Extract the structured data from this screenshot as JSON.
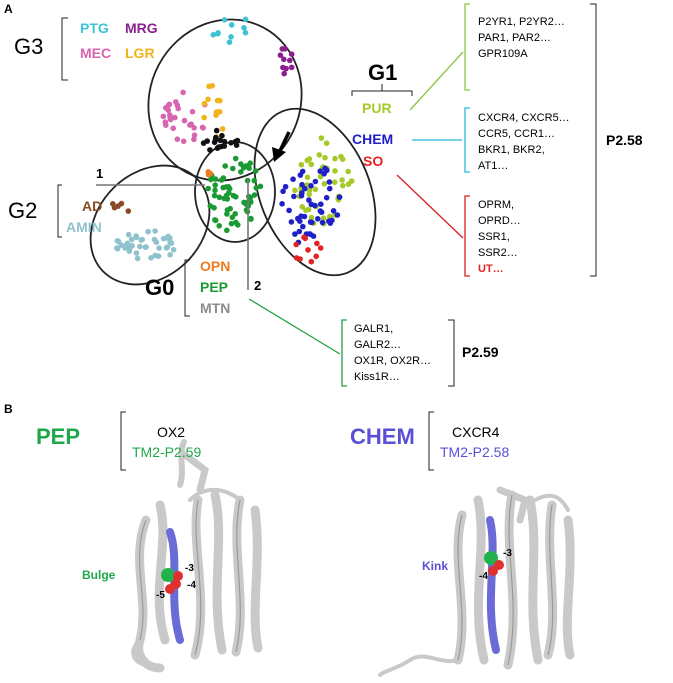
{
  "panel_a": {
    "label": "A",
    "groups": {
      "g3": {
        "label": "G3",
        "families": [
          "PTG",
          "MRG",
          "MEC",
          "LGR"
        ]
      },
      "g2": {
        "label": "G2",
        "families": [
          "AD",
          "AMIN"
        ]
      },
      "g0": {
        "label": "G0",
        "families": [
          "OPN",
          "PEP",
          "MTN"
        ]
      },
      "g1": {
        "label": "G1",
        "families": [
          "PUR",
          "CHEM",
          "SO"
        ]
      }
    },
    "axis_marks": {
      "one": "1",
      "two": "2"
    },
    "receptor_boxes": {
      "pur": [
        "P2YR1, P2YR2…",
        "PAR1, PAR2…",
        "GPR109A"
      ],
      "chem": [
        "CXCR4, CXCR5…",
        "CCR5, CCR1…",
        "BKR1, BKR2,",
        "AT1…"
      ],
      "so": [
        "OPRM,",
        "OPRD…",
        "SSR1,",
        "SSR2…",
        "UT…"
      ],
      "pep": [
        "GALR1,",
        "GALR2…",
        "OX1R, OX2R…",
        "Kiss1R…"
      ]
    },
    "bracket_labels": {
      "p258": "P2.58",
      "p259": "P2.59"
    },
    "colors": {
      "PTG": "#3ec3d4",
      "MRG": "#8b1f8f",
      "MEC": "#d865b0",
      "LGR": "#f2b21b",
      "AD": "#8a4a25",
      "AMIN": "#8fc2cc",
      "OPN": "#f07a1f",
      "PEP": "#1a9a32",
      "MTN": "#8c8c8c",
      "PUR": "#a6c92a",
      "CHEM": "#2020c8",
      "SO": "#e52222",
      "UT": "#e52222",
      "pur_line": "#8cc63f",
      "chem_line": "#29b6d4",
      "so_line": "#d92020",
      "pep_line": "#22a046"
    }
  },
  "panel_b": {
    "label": "B",
    "left": {
      "family": "PEP",
      "receptor": "OX2",
      "tm": "TM2-P2.59",
      "feature": "Bulge",
      "residues": [
        "-3",
        "-4",
        "-5"
      ],
      "color": "#1fa84a"
    },
    "right": {
      "family": "CHEM",
      "receptor": "CXCR4",
      "tm": "TM2-P2.58",
      "feature": "Kink",
      "residues": [
        "-3",
        "-4"
      ],
      "color": "#5a4fd6"
    }
  }
}
